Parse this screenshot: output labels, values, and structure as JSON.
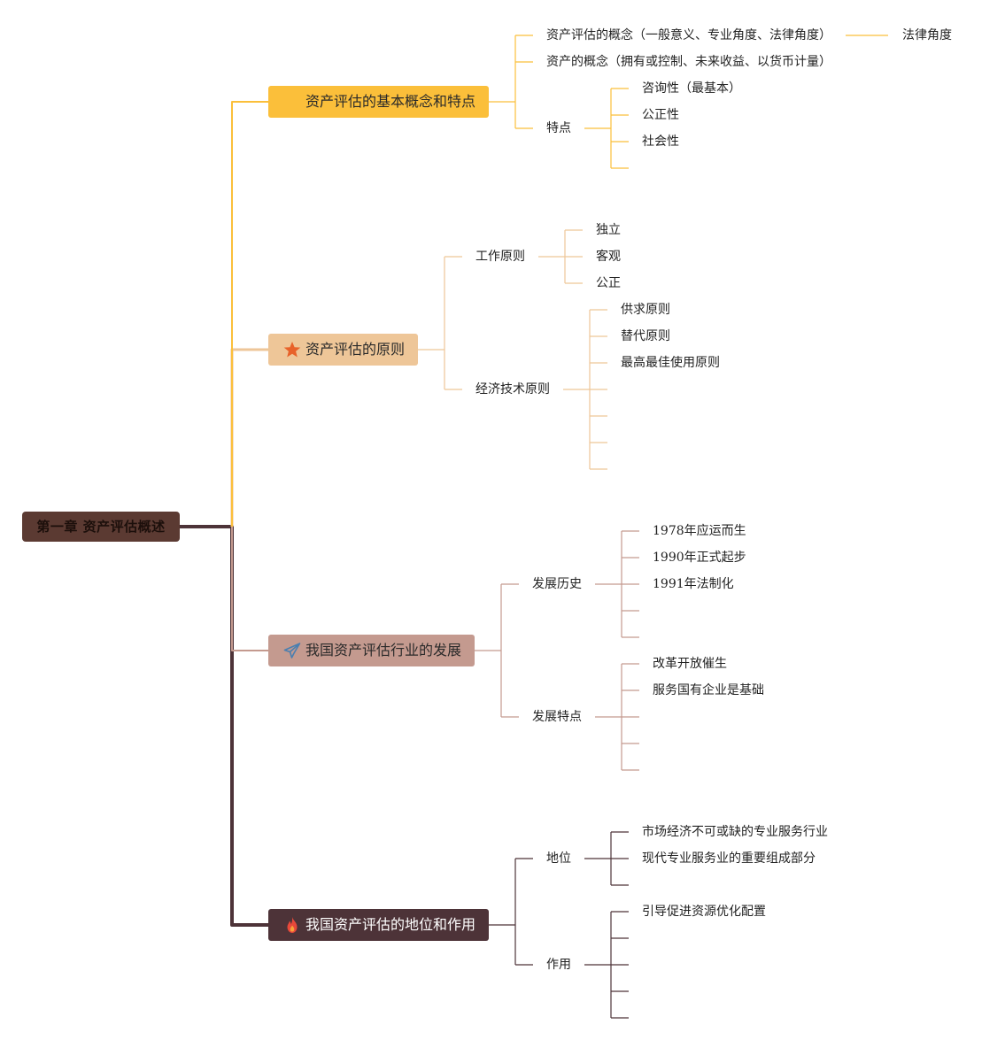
{
  "root": {
    "label": "第一章 资产评估概述"
  },
  "colors": {
    "root": "#5b3a32",
    "branch1": "#fbbf3a",
    "branch2": "#eec698",
    "branch3": "#c49a8f",
    "branch4": "#4d3338",
    "star": "#e8622a",
    "plane": "#4a7fb0",
    "fire": "#e8483a"
  },
  "branches": [
    {
      "label": "资产评估的基本概念和特点",
      "icon": "none",
      "children": [
        {
          "label": "资产评估的概念（一般意义、专业角度、法律角度）",
          "extra": "法律角度"
        },
        {
          "label": "资产的概念（拥有或控制、未来收益、以货币计量）"
        },
        {
          "label": "特点",
          "children": [
            "咨询性（最基本）",
            "公正性",
            "社会性"
          ]
        }
      ]
    },
    {
      "label": "资产评估的原则",
      "icon": "star-icon",
      "children": [
        {
          "label": "工作原则",
          "children": [
            "独立",
            "客观",
            "公正"
          ]
        },
        {
          "label": "经济技术原则",
          "children": [
            "供求原则",
            "替代原则",
            "最高最佳使用原则"
          ]
        }
      ]
    },
    {
      "label": "我国资产评估行业的发展",
      "icon": "paper-plane-icon",
      "children": [
        {
          "label": "发展历史",
          "children": [
            "1978年应运而生",
            "1990年正式起步",
            "1991年法制化"
          ]
        },
        {
          "label": "发展特点",
          "children": [
            "改革开放催生",
            "服务国有企业是基础"
          ]
        }
      ]
    },
    {
      "label": "我国资产评估的地位和作用",
      "icon": "fire-icon",
      "children": [
        {
          "label": "地位",
          "children": [
            "市场经济不可或缺的专业服务行业",
            "现代专业服务业的重要组成部分"
          ]
        },
        {
          "label": "作用",
          "children": [
            "引导促进资源优化配置"
          ]
        }
      ]
    }
  ]
}
